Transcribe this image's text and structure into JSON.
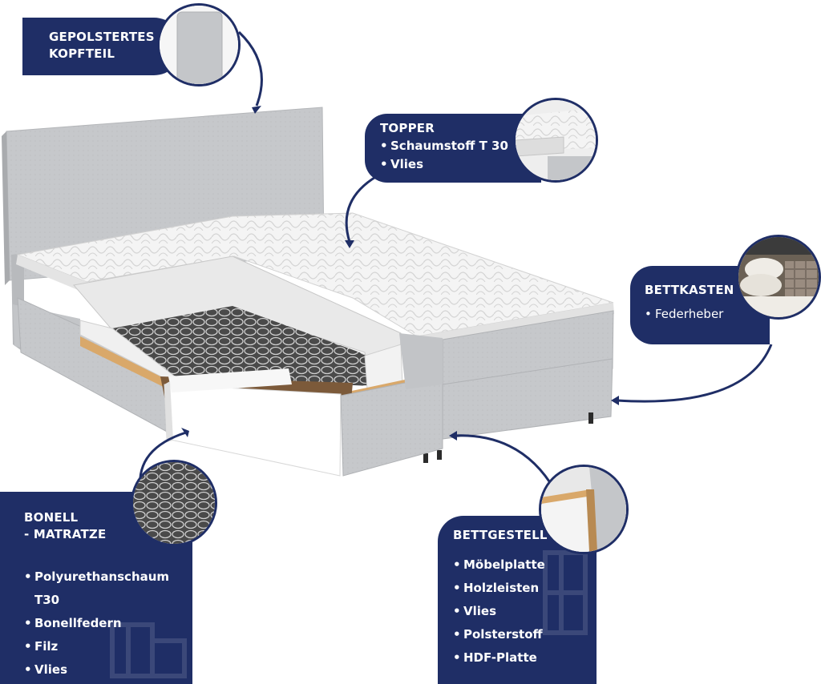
{
  "colors": {
    "panel": "#1f2e66",
    "arrow": "#1f2e66",
    "fabric": "#c9cbce",
    "topper": "#f3f3f3"
  },
  "callouts": {
    "headboard": {
      "title_line1": "GEPOLSTERTES",
      "title_line2": "KOPFTEIL"
    },
    "topper": {
      "title": "TOPPER",
      "items": [
        "Schaumstoff  T 30",
        "Vlies"
      ]
    },
    "storage": {
      "title": "BETTKASTEN",
      "items": [
        "Federheber"
      ]
    },
    "mattress": {
      "title_line1": "BONELL",
      "title_line2": "- MATRATZE",
      "items": [
        "Polyurethanschaum T30",
        "Bonellfedern",
        "Filz",
        "Vlies"
      ]
    },
    "frame": {
      "title": "BETTGESTELL",
      "items": [
        "Möbelplatte",
        "Holzleisten",
        "Vlies",
        "Polsterstoff",
        "HDF-Platte"
      ]
    }
  }
}
